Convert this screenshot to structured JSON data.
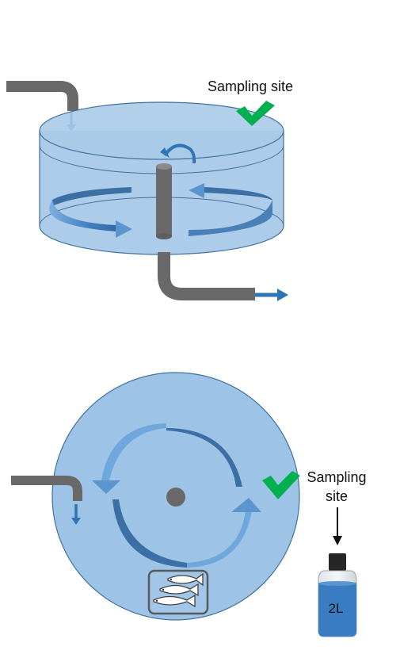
{
  "labels": {
    "sampling_site_top": "Sampling site",
    "sampling_site_bottom_line1": "Sampling",
    "sampling_site_bottom_line2": "site",
    "bottle_volume": "2L"
  },
  "colors": {
    "water_fill": "#9dc3e6",
    "water_stroke": "#41719c",
    "pipe": "#696969",
    "flow_arrow": "#2e75b6",
    "check_mark": "#00b050",
    "bottle_cap": "#262626"
  },
  "icons": [
    "check-mark-icon",
    "fish-icon",
    "bottle-icon",
    "outflow-arrow-icon",
    "inflow-arrow-icon",
    "circulation-arrow-icon"
  ]
}
